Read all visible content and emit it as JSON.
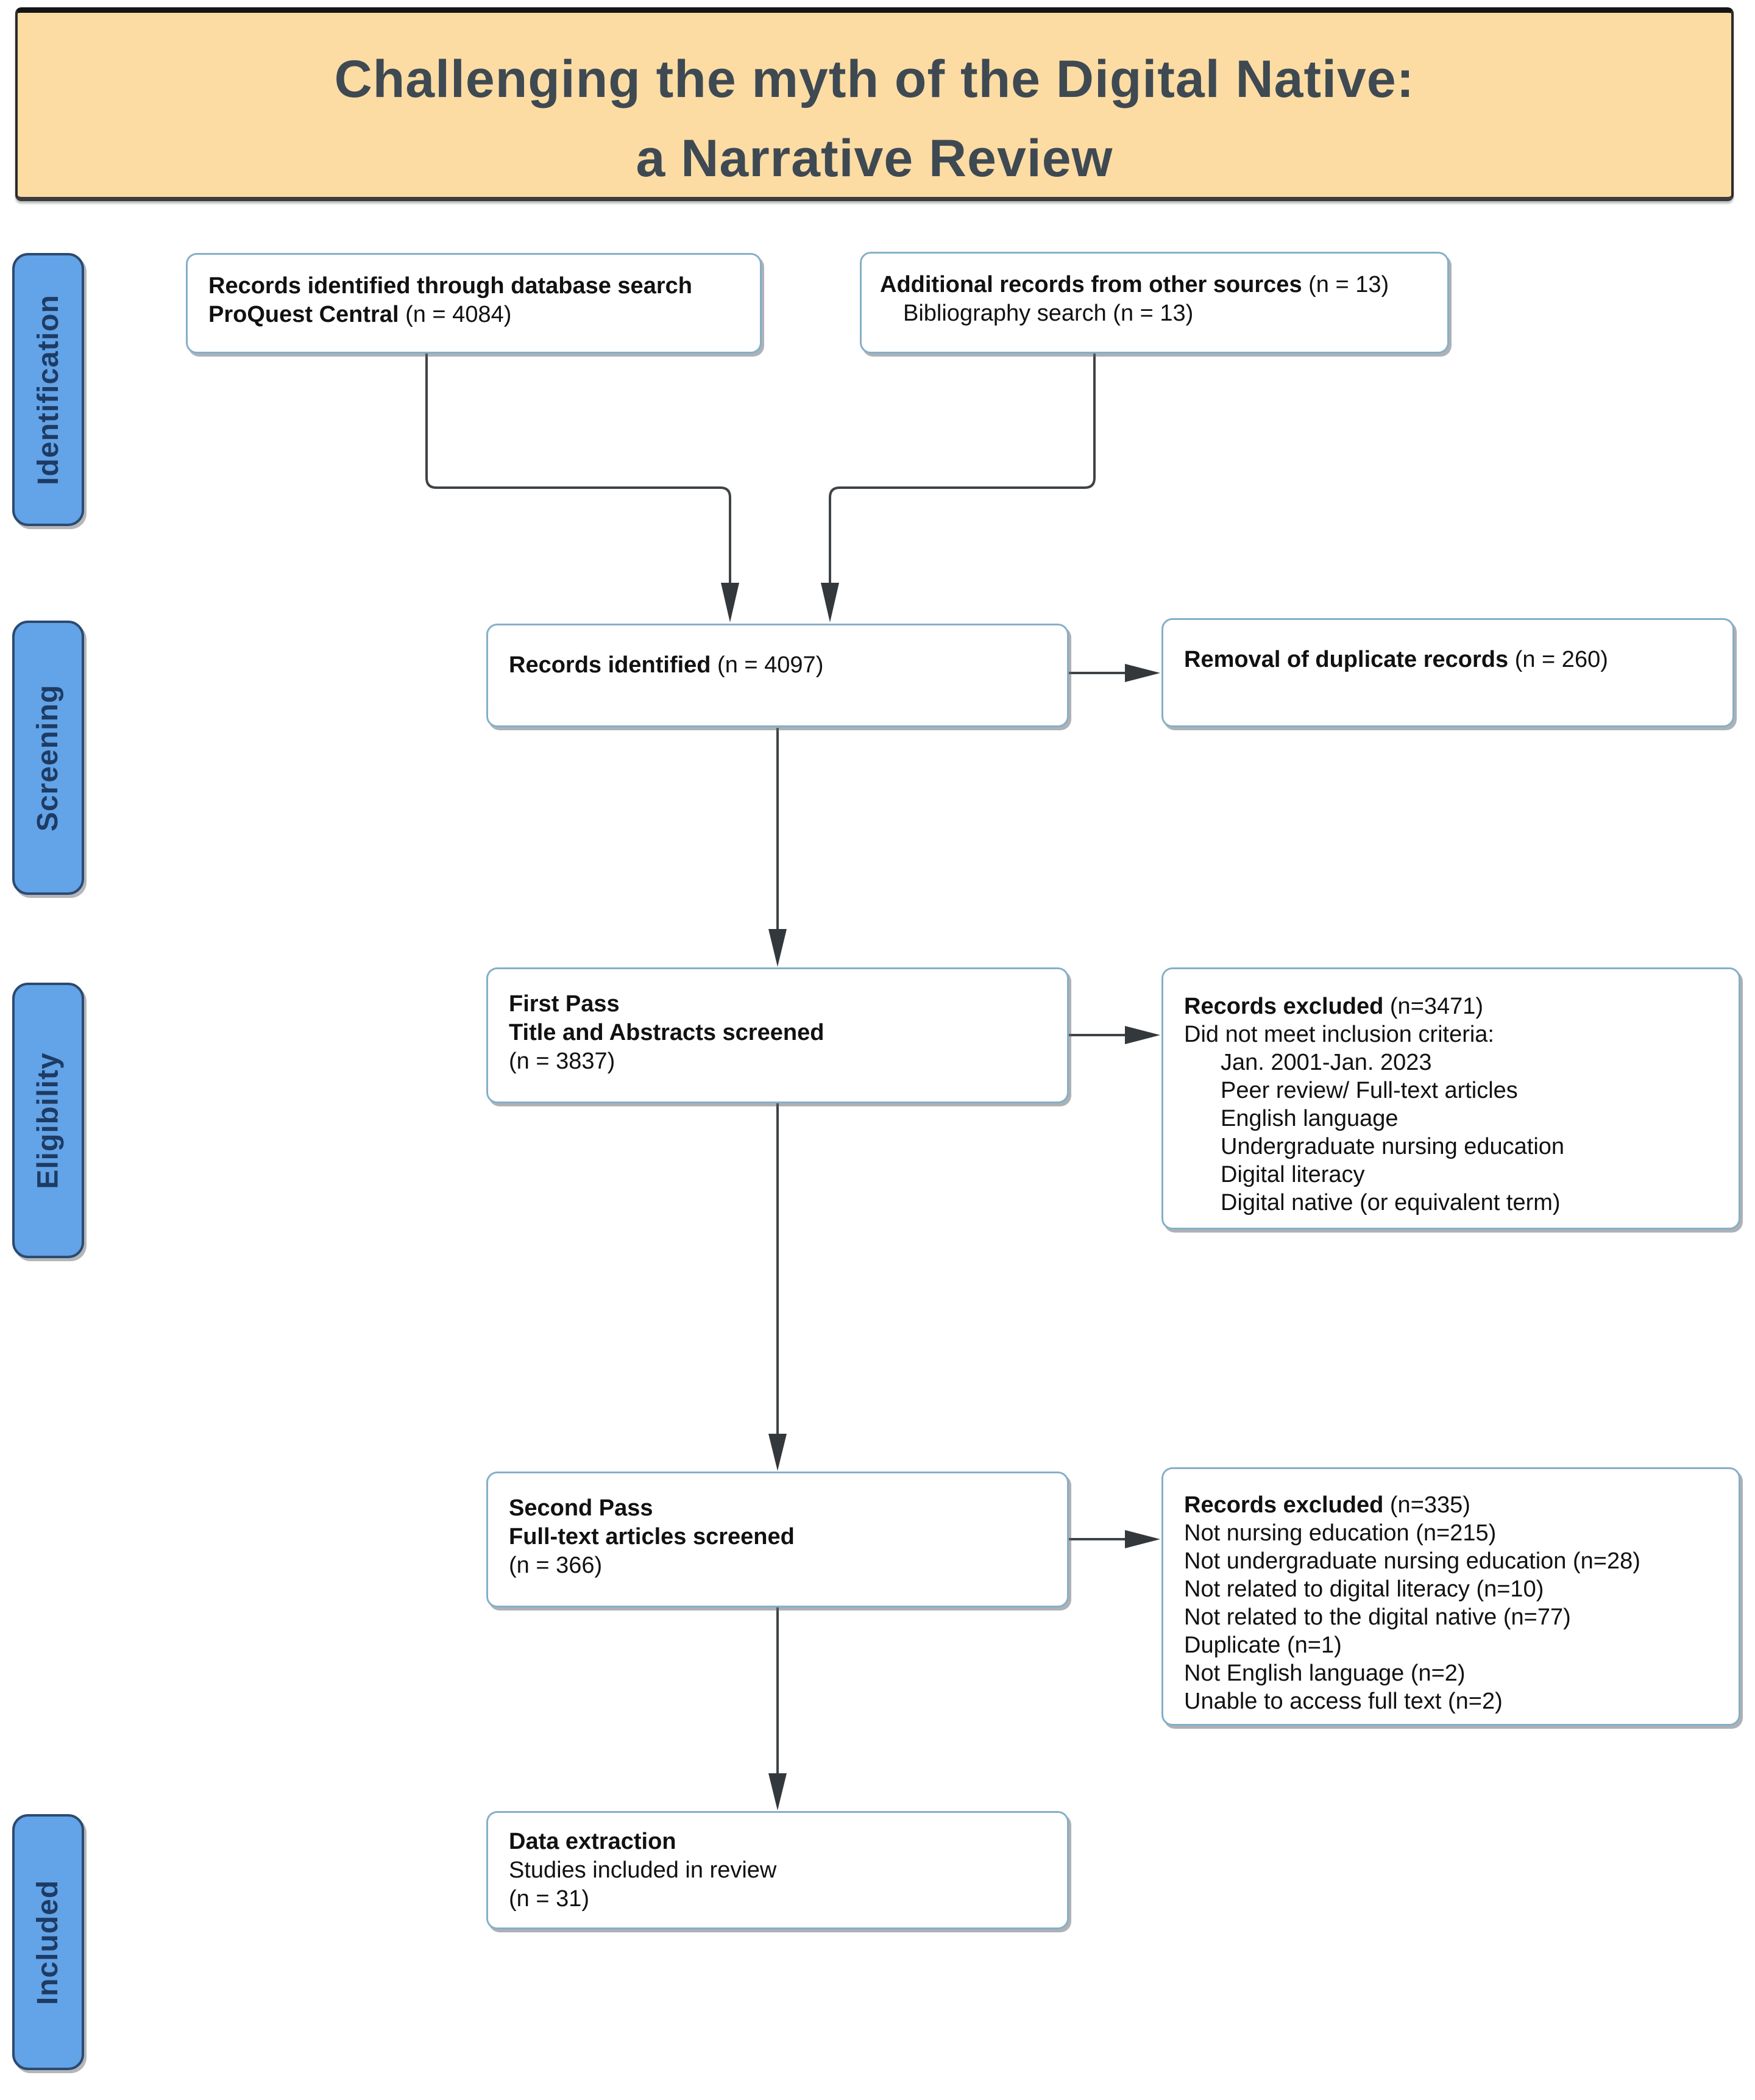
{
  "title": {
    "line1": "Challenging the myth of the Digital Native:",
    "line2": "a Narrative Review"
  },
  "stages": [
    {
      "label": "Identification"
    },
    {
      "label": "Screening"
    },
    {
      "label": "Eligibility"
    },
    {
      "label": "Included"
    }
  ],
  "boxes": {
    "database_search": {
      "line1": "Records identified through database search",
      "line2_bold": "ProQuest Central",
      "line2_rest": " (n = 4084)"
    },
    "other_sources": {
      "line1_bold": "Additional records from other sources",
      "line1_rest": " (n = 13)",
      "line2": "Bibliography search (n = 13)"
    },
    "records_identified": {
      "bold": "Records identified",
      "rest": " (n = 4097)"
    },
    "duplicates_removed": {
      "bold": "Removal of duplicate records",
      "rest": " (n = 260)"
    },
    "first_pass": {
      "line1": "First Pass",
      "line2": "Title and Abstracts screened",
      "line3": "(n = 3837)"
    },
    "records_excluded_1": {
      "bold": "Records excluded",
      "rest": " (n=3471)",
      "subtitle": "Did not meet inclusion criteria:",
      "items": [
        "Jan. 2001-Jan. 2023",
        "Peer review/ Full-text articles",
        "English language",
        "Undergraduate nursing education",
        "Digital literacy",
        "Digital native (or equivalent term)"
      ]
    },
    "second_pass": {
      "line1": "Second Pass",
      "line2": "Full-text articles screened",
      "line3": "(n = 366)"
    },
    "records_excluded_2": {
      "bold": "Records excluded",
      "rest": " (n=335)",
      "items": [
        "Not nursing education (n=215)",
        "Not undergraduate nursing education (n=28)",
        "Not related to digital literacy (n=10)",
        "Not related to the digital native (n=77)",
        "Duplicate (n=1)",
        "Not English language (n=2)",
        "Unable to access full text (n=2)"
      ]
    },
    "data_extraction": {
      "line1": "Data extraction",
      "line2": "Studies included in review",
      "line3": "(n = 31)"
    }
  },
  "colors": {
    "banner_bg": "#FCDCA3",
    "banner_border": "#2a2a2a",
    "title_text": "#3E4952",
    "stage_bg": "#63A3E7",
    "stage_border": "#2C4A70",
    "stage_text": "#1D3B64",
    "box_bg": "#FFFFFF",
    "box_border": "#85AFC9",
    "box_text": "#111111",
    "connector": "#3E4347"
  }
}
